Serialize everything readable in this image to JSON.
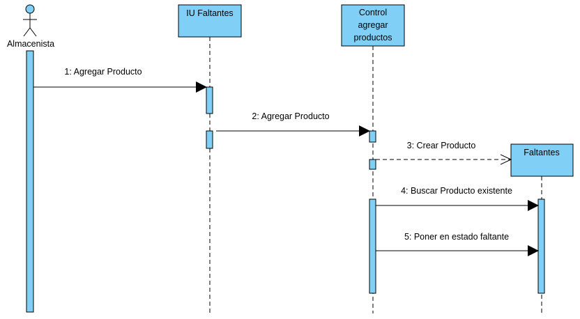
{
  "colors": {
    "fill": "#7fcff6",
    "stroke": "#000000",
    "background": "#ffffff"
  },
  "actor": {
    "name": "Almacenista",
    "icon": "stick-figure-actor-icon"
  },
  "lifelines": [
    {
      "id": "iu",
      "lines": [
        "IU Faltantes"
      ]
    },
    {
      "id": "control",
      "lines": [
        "Control",
        "agregar",
        "productos"
      ]
    },
    {
      "id": "faltantes",
      "lines": [
        "Faltantes"
      ]
    }
  ],
  "messages": [
    {
      "label": "1: Agregar Producto",
      "from": "Almacenista",
      "to": "IU Faltantes",
      "kind": "synchronous"
    },
    {
      "label": "2: Agregar Producto",
      "from": "IU Faltantes",
      "to": "Control agregar productos",
      "kind": "synchronous"
    },
    {
      "label": "3: Crear Producto",
      "from": "Control agregar productos",
      "to": "Faltantes",
      "kind": "create"
    },
    {
      "label": "4: Buscar Producto existente",
      "from": "Control agregar productos",
      "to": "Faltantes",
      "kind": "synchronous"
    },
    {
      "label": "5: Poner en estado faltante",
      "from": "Control agregar productos",
      "to": "Faltantes",
      "kind": "synchronous"
    }
  ]
}
